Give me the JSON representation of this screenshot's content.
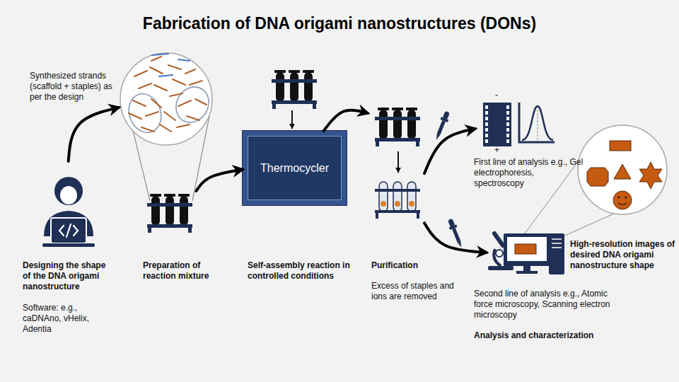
{
  "diagram": {
    "title": "Fabrication of DNA origami nanostructures (DONs)",
    "nodes": [
      {
        "text": [
          "Designing the shape of the DNA origami nanostructure",
          "Software: e.g., caDNAno, vHelix, Adentia"
        ]
      },
      {
        "text": [
          "Synthesized strands (scaffold + staples) as per the design"
        ]
      },
      {
        "text": [
          "Preparation of reaction mixture"
        ]
      },
      {
        "text": [
          "Thermocycler"
        ]
      },
      {
        "text": [
          "Purification",
          "Excess of staples and ions are removed"
        ]
      },
      {
        "text": [
          "First line of analysis e.g., Gel electrophoresis, spectroscopy"
        ]
      },
      {
        "text": [
          "Second line of analysis e.g., Atomic force microscopy, Scanning electron microscopy"
        ]
      }
    ],
    "edges": [
      {
        "from": 0,
        "to": 1,
        "arrow": "to"
      },
      {
        "from": 2,
        "to": 3,
        "arrow": "to"
      },
      {
        "from": 3,
        "to": 4,
        "arrow": "to"
      },
      {
        "from": 4,
        "to": 5,
        "arrow": "to"
      },
      {
        "from": 4,
        "to": 6,
        "arrow": "to"
      }
    ],
    "labels": [
      "Self-assembly reaction in controlled conditions",
      "-",
      "+",
      "High-resolution images of desired DNA origami nanostructure shape",
      "Analysis and characterization"
    ]
  }
}
